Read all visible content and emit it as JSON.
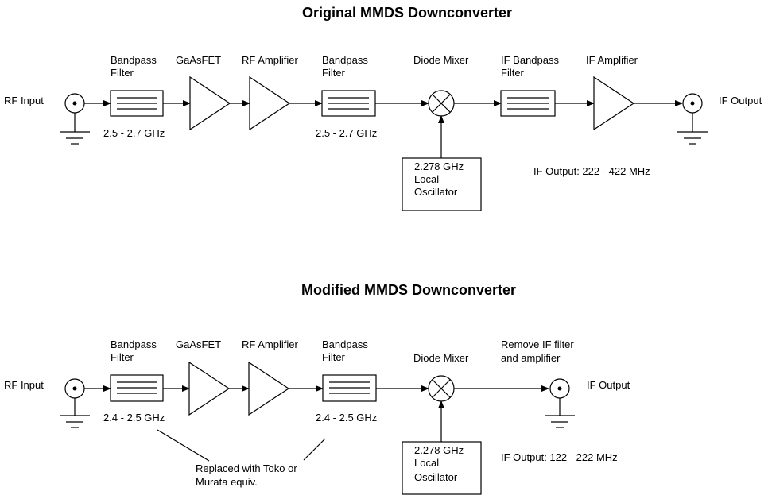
{
  "original": {
    "title": "Original MMDS Downconverter",
    "rf_input": "RF Input",
    "bpf1_label": [
      "Bandpass",
      "Filter"
    ],
    "bpf1_range": "2.5 - 2.7 GHz",
    "gaasfet": "GaAsFET",
    "rf_amp": "RF Amplifier",
    "bpf2_label": [
      "Bandpass",
      "Filter"
    ],
    "bpf2_range": "2.5 - 2.7 GHz",
    "mixer": "Diode Mixer",
    "if_bpf_label": [
      "IF Bandpass",
      "Filter"
    ],
    "if_amp": "IF Amplifier",
    "if_output": "IF Output",
    "lo": [
      "2.278 GHz",
      "Local",
      "Oscillator"
    ],
    "if_output_range": "IF Output: 222 - 422 MHz"
  },
  "modified": {
    "title": "Modified MMDS Downconverter",
    "rf_input": "RF Input",
    "bpf1_label": [
      "Bandpass",
      "Filter"
    ],
    "bpf1_range": "2.4 - 2.5 GHz",
    "gaasfet": "GaAsFET",
    "rf_amp": "RF Amplifier",
    "bpf2_label": [
      "Bandpass",
      "Filter"
    ],
    "bpf2_range": "2.4 - 2.5 GHz",
    "mixer": "Diode Mixer",
    "remove_note": [
      "Remove IF filter",
      "and amplifier"
    ],
    "if_output": "IF Output",
    "lo": [
      "2.278 GHz",
      "Local",
      "Oscillator"
    ],
    "if_output_range": "IF Output: 122 - 222 MHz",
    "replaced_note": [
      "Replaced with Toko or",
      "Murata equiv."
    ]
  }
}
